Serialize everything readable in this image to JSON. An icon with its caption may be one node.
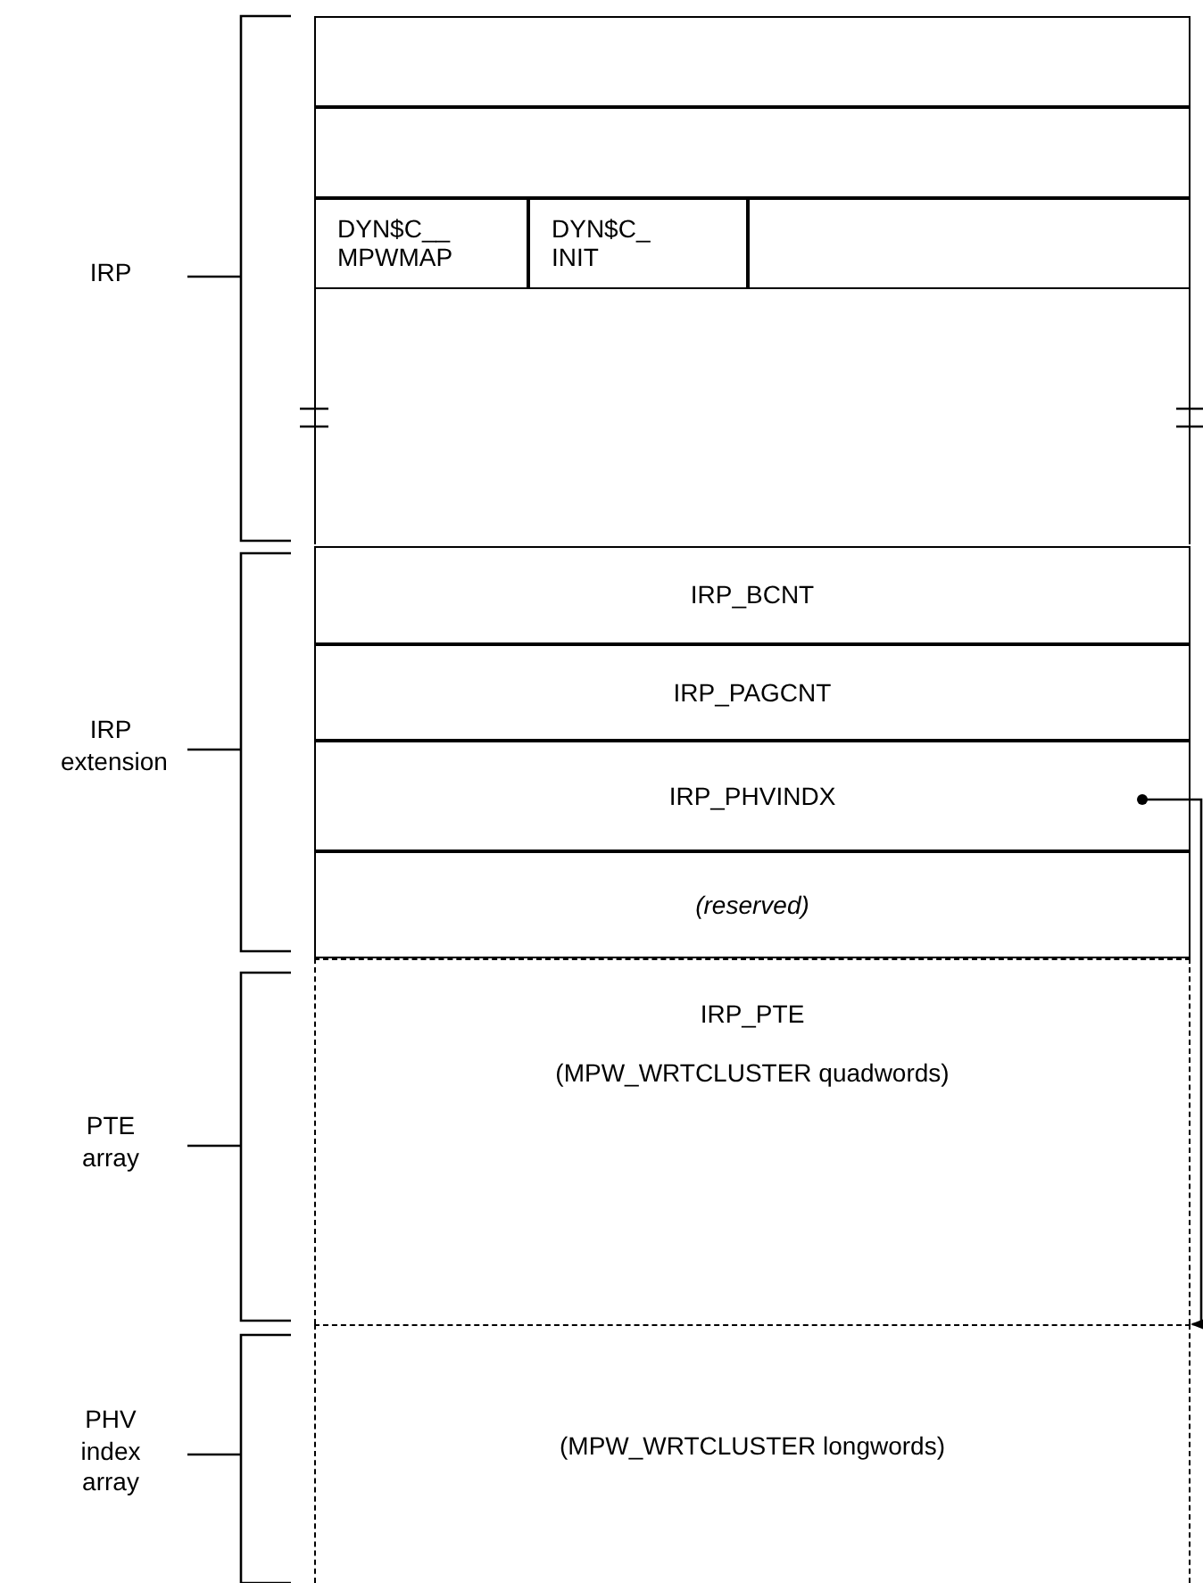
{
  "diagram": {
    "nodes": [
      {
        "text": [],
        "shape": "box"
      },
      {
        "text": [],
        "shape": "box"
      },
      {
        "text": [
          "DYN$C__ MPWMAP"
        ]
      },
      {
        "text": [
          "DYN$C_ INIT"
        ]
      },
      {
        "text": [],
        "shape": "box"
      },
      {
        "text": [],
        "shape": "box"
      },
      {
        "text": [
          "IRP_BCNT"
        ]
      },
      {
        "text": [
          "IRP_PAGCNT"
        ]
      },
      {
        "text": [
          "IRP_PHVINDX"
        ]
      },
      {
        "text": [
          "(reserved)"
        ]
      },
      {
        "text": [
          "IRP_PTE",
          "(MPW_WRTCLUSTER quadwords)"
        ]
      },
      {
        "text": [
          "(MPW_WRTCLUSTER longwords)"
        ]
      }
    ],
    "edges": [
      {
        "from": 8,
        "to": 11,
        "arrow": "to"
      }
    ],
    "labels": [
      "IRP",
      "IRP extension",
      "PTE array",
      "PHV index array"
    ]
  }
}
